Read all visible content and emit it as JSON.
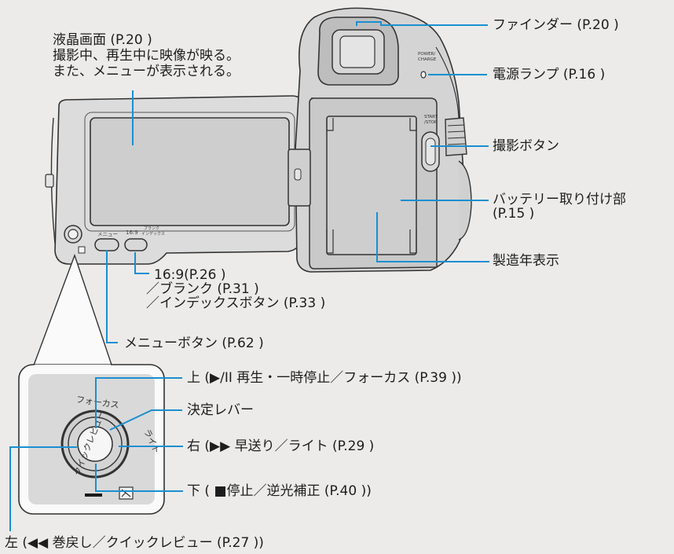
{
  "labels": {
    "lcd_title": "液晶画面 (P.20 )",
    "lcd_desc1": "撮影中、再生中に映像が映る。",
    "lcd_desc2": "また、メニューが表示される。",
    "finder": "ファインダー (P.20 )",
    "power_lamp": "電源ランプ (P.16 )",
    "record_button": "撮影ボタン",
    "battery1": "バッテリー取り付け部",
    "battery2": "(P.15 )",
    "year": "製造年表示",
    "btn169_1": "16:9(P.26 )",
    "btn169_2": "／ブランク (P.31 )",
    "btn169_3": "／インデックスボタン (P.33 )",
    "menu_button": "メニューボタン (P.62 )",
    "up": "上 (▶/II 再生・一時停止／フォーカス (P.39 ))",
    "lever": "決定レバー",
    "right": "右 (▶▶ 早送り／ライト (P.29 )",
    "down": "下 ( ■停止／逆光補正 (P.40 ))",
    "left": "左 (◀◀ 巻戻し／クイックレビュー (P.27 ))"
  },
  "device_text": {
    "power_charge_1": "POWER/",
    "power_charge_2": "CHARGE",
    "start_stop_1": "START",
    "start_stop_2": "/STOP",
    "menu_small": "メニュー",
    "ratio_small": "16:9",
    "blank_small_1": "ブランク",
    "blank_small_2": "インデックス",
    "dial_focus": "フォーカス",
    "dial_light": "ライト",
    "dial_review": "クイックレビュー"
  },
  "colors": {
    "leader": "#1a8fd1",
    "outline": "#333333",
    "body_fill": "#dadada",
    "screen_fill": "#cfcfcf"
  }
}
